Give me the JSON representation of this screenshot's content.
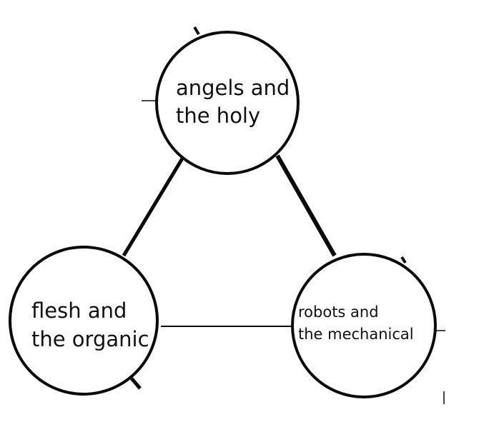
{
  "diagram": {
    "nodes": [
      {
        "id": "top",
        "lines": [
          "angels and",
          "the holy"
        ]
      },
      {
        "id": "left",
        "lines": [
          "flesh and",
          "the organic"
        ]
      },
      {
        "id": "right",
        "lines": [
          "robots and",
          "the mechanical"
        ]
      }
    ],
    "edges": [
      {
        "from": "top",
        "to": "left"
      },
      {
        "from": "top",
        "to": "right"
      },
      {
        "from": "left",
        "to": "right"
      }
    ],
    "colors": {
      "stroke": "#0a0a0a",
      "background": "#ffffff",
      "text": "#111111"
    }
  }
}
